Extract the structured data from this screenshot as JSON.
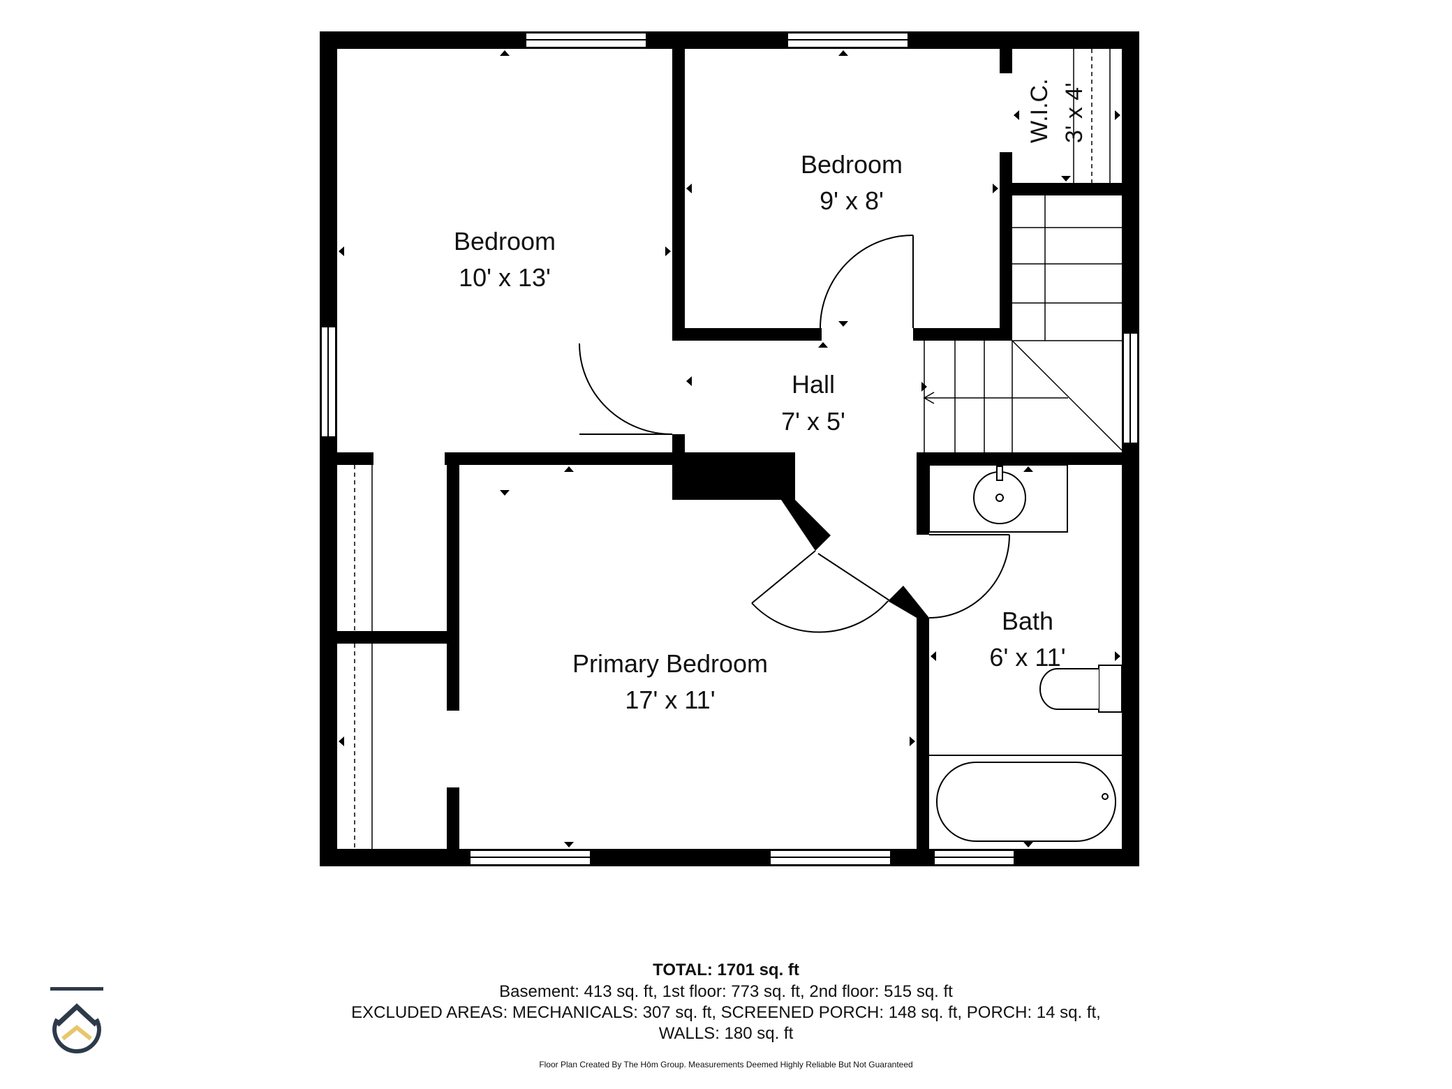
{
  "rooms": {
    "bedroom_left": {
      "name": "Bedroom",
      "size": "10' x 13'"
    },
    "bedroom_right": {
      "name": "Bedroom",
      "size": "9' x 8'"
    },
    "wic": {
      "name": "W.I.C.",
      "size": "3' x 4'"
    },
    "hall": {
      "name": "Hall",
      "size": "7' x 5'"
    },
    "primary_bedroom": {
      "name": "Primary Bedroom",
      "size": "17' x 11'"
    },
    "bath": {
      "name": "Bath",
      "size": "6' x 11'"
    }
  },
  "summary": {
    "total": "TOTAL: 1701 sq. ft",
    "floors": "Basement: 413 sq. ft, 1st floor: 773 sq. ft, 2nd floor: 515 sq. ft",
    "excluded_line1": "EXCLUDED AREAS: MECHANICALS: 307 sq. ft, SCREENED PORCH: 148 sq. ft, PORCH: 14 sq. ft,",
    "excluded_line2": "WALLS: 180 sq. ft"
  },
  "credit": "Floor Plan Created By The Hōm Group. Measurements Deemed Highly Reliable But Not Guaranteed",
  "colors": {
    "wall": "#000000",
    "logo_dark": "#2d3a4a",
    "logo_gold": "#e8c66a"
  }
}
